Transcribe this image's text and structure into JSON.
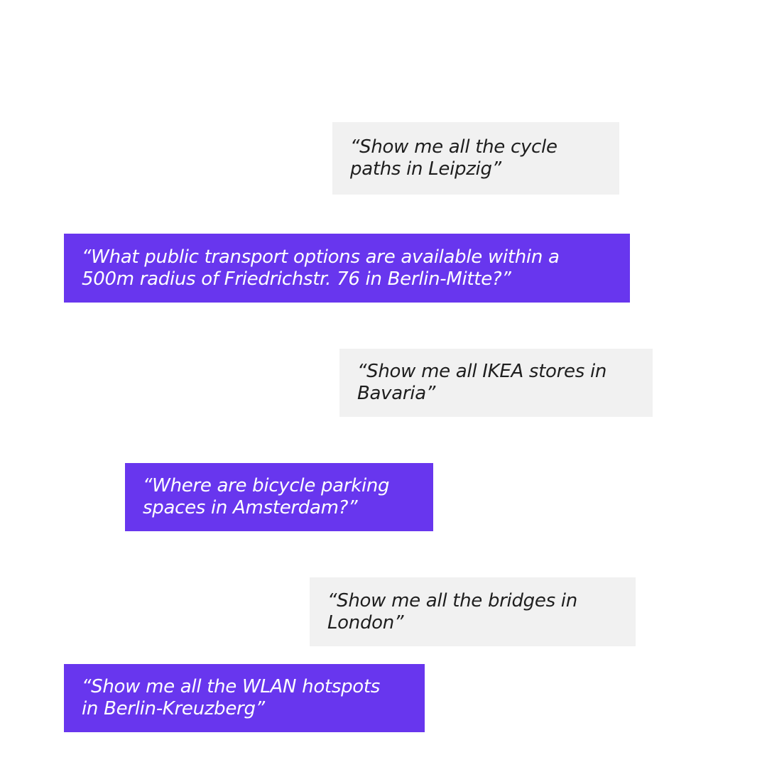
{
  "queries": [
    {
      "text": "“Show me all the cycle\npaths in Leipzig”",
      "style": "gray"
    },
    {
      "text": "“What public transport options are available within a\n500m radius of Friedrichstr. 76 in Berlin-Mitte?”",
      "style": "purple"
    },
    {
      "text": "“Show me all IKEA stores in\nBavaria”",
      "style": "gray"
    },
    {
      "text": "“Where are bicycle parking\nspaces in Amsterdam?”",
      "style": "purple"
    },
    {
      "text": "“Show me all the bridges in\nLondon”",
      "style": "gray"
    },
    {
      "text": "“Show me all the WLAN hotspots\nin Berlin-Kreuzberg”",
      "style": "purple"
    }
  ],
  "colors": {
    "gray_bubble": "#f1f1f1",
    "purple_bubble": "#6836ee",
    "dark_text": "#1e1e1e",
    "light_text": "#ffffff"
  }
}
